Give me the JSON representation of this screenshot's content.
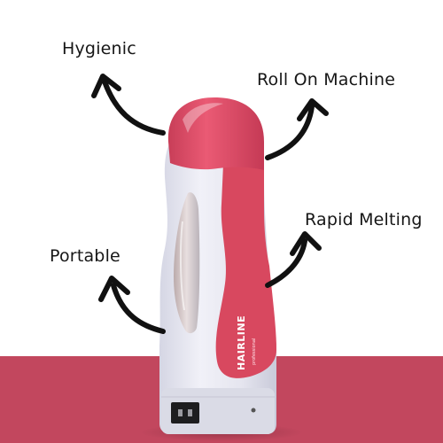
{
  "labels": {
    "hygienic": "Hygienic",
    "roll_on": "Roll On Machine",
    "rapid": "Rapid Melting",
    "portable": "Portable"
  },
  "brand": {
    "name": "HAIRLINE",
    "sub": "professional"
  },
  "colors": {
    "floor": "#c2475e",
    "cap": "#e0506a",
    "body": "#e9e9f3",
    "text": "#161616"
  },
  "icons": {
    "arrow": "curved-arrow-icon",
    "socket": "power-socket-icon"
  }
}
